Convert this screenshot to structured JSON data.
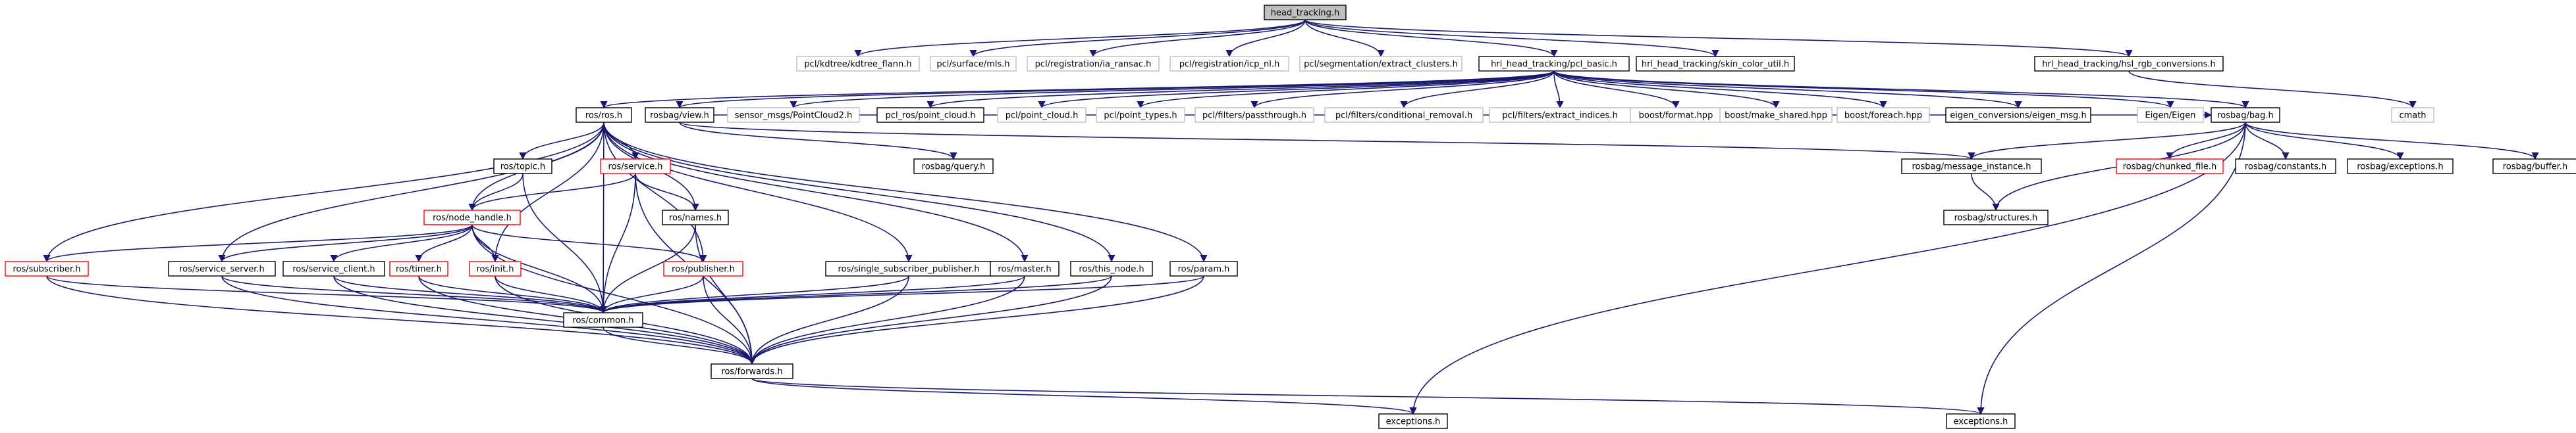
{
  "colors": {
    "root_fill": "#bfbfbf",
    "node_stroke": "#000000",
    "missing_stroke": "#bfbfbf",
    "red_stroke": "#ff0000",
    "edge": "#191970",
    "text": "#000000",
    "missing_text": "#000000"
  },
  "nodes": [
    {
      "id": "head_tracking",
      "label": "head_tracking.h",
      "style": "root"
    },
    {
      "id": "kdtree",
      "label": "pcl/kdtree/kdtree_flann.h",
      "style": "missing"
    },
    {
      "id": "mls",
      "label": "pcl/surface/mls.h",
      "style": "missing"
    },
    {
      "id": "ia_ransac",
      "label": "pcl/registration/ia_ransac.h",
      "style": "missing"
    },
    {
      "id": "icp_nl",
      "label": "pcl/registration/icp_nl.h",
      "style": "missing"
    },
    {
      "id": "extract_clusters",
      "label": "pcl/segmentation/extract_clusters.h",
      "style": "missing"
    },
    {
      "id": "pcl_basic",
      "label": "hrl_head_tracking/pcl_basic.h",
      "style": "normal"
    },
    {
      "id": "skin_color",
      "label": "hrl_head_tracking/skin_color_util.h",
      "style": "normal"
    },
    {
      "id": "hsl_rgb",
      "label": "hrl_head_tracking/hsl_rgb_conversions.h",
      "style": "normal"
    },
    {
      "id": "ros_ros",
      "label": "ros/ros.h",
      "style": "normal"
    },
    {
      "id": "rosbag_view",
      "label": "rosbag/view.h",
      "style": "normal"
    },
    {
      "id": "pointcloud2",
      "label": "sensor_msgs/PointCloud2.h",
      "style": "missing"
    },
    {
      "id": "pcl_ros_pc",
      "label": "pcl_ros/point_cloud.h",
      "style": "normal"
    },
    {
      "id": "pcl_pc",
      "label": "pcl/point_cloud.h",
      "style": "missing"
    },
    {
      "id": "pcl_pt",
      "label": "pcl/point_types.h",
      "style": "missing"
    },
    {
      "id": "passthrough",
      "label": "pcl/filters/passthrough.h",
      "style": "missing"
    },
    {
      "id": "cond_removal",
      "label": "pcl/filters/conditional_removal.h",
      "style": "missing"
    },
    {
      "id": "extract_indices",
      "label": "pcl/filters/extract_indices.h",
      "style": "missing"
    },
    {
      "id": "boost_format",
      "label": "boost/format.hpp",
      "style": "missing"
    },
    {
      "id": "make_shared",
      "label": "boost/make_shared.hpp",
      "style": "missing"
    },
    {
      "id": "boost_foreach",
      "label": "boost/foreach.hpp",
      "style": "missing"
    },
    {
      "id": "eigen_conv",
      "label": "eigen_conversions/eigen_msg.h",
      "style": "normal"
    },
    {
      "id": "eigen",
      "label": "Eigen/Eigen",
      "style": "missing"
    },
    {
      "id": "rosbag_bag",
      "label": "rosbag/bag.h",
      "style": "normal"
    },
    {
      "id": "cmath",
      "label": "cmath",
      "style": "missing"
    },
    {
      "id": "ros_topic",
      "label": "ros/topic.h",
      "style": "normal"
    },
    {
      "id": "ros_service",
      "label": "ros/service.h",
      "style": "red"
    },
    {
      "id": "rosbag_query",
      "label": "rosbag/query.h",
      "style": "normal"
    },
    {
      "id": "msg_instance",
      "label": "rosbag/message_instance.h",
      "style": "normal"
    },
    {
      "id": "chunked_file",
      "label": "rosbag/chunked_file.h",
      "style": "red"
    },
    {
      "id": "rb_constants",
      "label": "rosbag/constants.h",
      "style": "normal"
    },
    {
      "id": "rb_exceptions",
      "label": "rosbag/exceptions.h",
      "style": "normal"
    },
    {
      "id": "rb_buffer",
      "label": "rosbag/buffer.h",
      "style": "normal"
    },
    {
      "id": "node_handle",
      "label": "ros/node_handle.h",
      "style": "red"
    },
    {
      "id": "ros_names",
      "label": "ros/names.h",
      "style": "normal"
    },
    {
      "id": "rb_structures",
      "label": "rosbag/structures.h",
      "style": "normal"
    },
    {
      "id": "subscriber",
      "label": "ros/subscriber.h",
      "style": "red"
    },
    {
      "id": "service_server",
      "label": "ros/service_server.h",
      "style": "normal"
    },
    {
      "id": "service_client",
      "label": "ros/service_client.h",
      "style": "normal"
    },
    {
      "id": "ros_timer",
      "label": "ros/timer.h",
      "style": "red"
    },
    {
      "id": "ros_init",
      "label": "ros/init.h",
      "style": "red"
    },
    {
      "id": "publisher",
      "label": "ros/publisher.h",
      "style": "red"
    },
    {
      "id": "single_sub_pub",
      "label": "ros/single_subscriber_publisher.h",
      "style": "normal"
    },
    {
      "id": "ros_master",
      "label": "ros/master.h",
      "style": "normal"
    },
    {
      "id": "this_node",
      "label": "ros/this_node.h",
      "style": "normal"
    },
    {
      "id": "ros_param",
      "label": "ros/param.h",
      "style": "normal"
    },
    {
      "id": "ros_common",
      "label": "ros/common.h",
      "style": "normal"
    },
    {
      "id": "ros_forwards",
      "label": "ros/forwards.h",
      "style": "normal"
    },
    {
      "id": "exceptions_h",
      "label": "exceptions.h",
      "style": "normal"
    },
    {
      "id": "exceptions_h2",
      "label": "exceptions.h",
      "style": "normal"
    }
  ],
  "edges": [
    [
      "head_tracking",
      "kdtree"
    ],
    [
      "head_tracking",
      "mls"
    ],
    [
      "head_tracking",
      "ia_ransac"
    ],
    [
      "head_tracking",
      "icp_nl"
    ],
    [
      "head_tracking",
      "extract_clusters"
    ],
    [
      "head_tracking",
      "pcl_basic"
    ],
    [
      "head_tracking",
      "skin_color"
    ],
    [
      "head_tracking",
      "hsl_rgb"
    ],
    [
      "pcl_basic",
      "ros_ros"
    ],
    [
      "pcl_basic",
      "rosbag_view"
    ],
    [
      "pcl_basic",
      "pointcloud2"
    ],
    [
      "pcl_basic",
      "pcl_ros_pc"
    ],
    [
      "pcl_basic",
      "pcl_pc"
    ],
    [
      "pcl_basic",
      "pcl_pt"
    ],
    [
      "pcl_basic",
      "passthrough"
    ],
    [
      "pcl_basic",
      "cond_removal"
    ],
    [
      "pcl_basic",
      "extract_indices"
    ],
    [
      "pcl_basic",
      "boost_format"
    ],
    [
      "pcl_basic",
      "make_shared"
    ],
    [
      "pcl_basic",
      "boost_foreach"
    ],
    [
      "pcl_basic",
      "eigen_conv"
    ],
    [
      "pcl_basic",
      "eigen"
    ],
    [
      "pcl_basic",
      "rosbag_bag"
    ],
    [
      "hsl_rgb",
      "cmath"
    ],
    [
      "rosbag_view",
      "rosbag_bag"
    ],
    [
      "rosbag_view",
      "rosbag_query"
    ],
    [
      "rosbag_view",
      "msg_instance"
    ],
    [
      "rosbag_bag",
      "msg_instance"
    ],
    [
      "rosbag_bag",
      "chunked_file"
    ],
    [
      "rosbag_bag",
      "rb_constants"
    ],
    [
      "rosbag_bag",
      "rb_exceptions"
    ],
    [
      "rosbag_bag",
      "rb_buffer"
    ],
    [
      "rosbag_bag",
      "rb_structures"
    ],
    [
      "rosbag_bag",
      "exceptions_h"
    ],
    [
      "rosbag_bag",
      "exceptions_h2"
    ],
    [
      "msg_instance",
      "rb_structures"
    ],
    [
      "ros_ros",
      "ros_topic"
    ],
    [
      "ros_ros",
      "ros_service"
    ],
    [
      "ros_ros",
      "node_handle"
    ],
    [
      "ros_ros",
      "ros_names"
    ],
    [
      "ros_ros",
      "subscriber"
    ],
    [
      "ros_ros",
      "service_server"
    ],
    [
      "ros_ros",
      "ros_init"
    ],
    [
      "ros_ros",
      "publisher"
    ],
    [
      "ros_ros",
      "single_sub_pub"
    ],
    [
      "ros_ros",
      "ros_master"
    ],
    [
      "ros_ros",
      "this_node"
    ],
    [
      "ros_ros",
      "ros_param"
    ],
    [
      "ros_ros",
      "ros_common"
    ],
    [
      "ros_topic",
      "node_handle"
    ],
    [
      "ros_topic",
      "ros_common"
    ],
    [
      "ros_service",
      "node_handle"
    ],
    [
      "ros_service",
      "ros_names"
    ],
    [
      "ros_service",
      "ros_common"
    ],
    [
      "ros_service",
      "ros_forwards"
    ],
    [
      "node_handle",
      "subscriber"
    ],
    [
      "node_handle",
      "service_server"
    ],
    [
      "node_handle",
      "service_client"
    ],
    [
      "node_handle",
      "ros_timer"
    ],
    [
      "node_handle",
      "ros_init"
    ],
    [
      "node_handle",
      "publisher"
    ],
    [
      "node_handle",
      "ros_common"
    ],
    [
      "node_handle",
      "ros_forwards"
    ],
    [
      "ros_names",
      "ros_common"
    ],
    [
      "ros_names",
      "ros_forwards"
    ],
    [
      "subscriber",
      "ros_common"
    ],
    [
      "subscriber",
      "ros_forwards"
    ],
    [
      "service_server",
      "ros_common"
    ],
    [
      "service_server",
      "ros_forwards"
    ],
    [
      "service_client",
      "ros_common"
    ],
    [
      "service_client",
      "ros_forwards"
    ],
    [
      "ros_timer",
      "ros_common"
    ],
    [
      "ros_timer",
      "ros_forwards"
    ],
    [
      "ros_init",
      "ros_common"
    ],
    [
      "ros_init",
      "ros_forwards"
    ],
    [
      "publisher",
      "ros_common"
    ],
    [
      "publisher",
      "ros_forwards"
    ],
    [
      "single_sub_pub",
      "ros_common"
    ],
    [
      "single_sub_pub",
      "ros_forwards"
    ],
    [
      "ros_master",
      "ros_common"
    ],
    [
      "ros_master",
      "ros_forwards"
    ],
    [
      "this_node",
      "ros_common"
    ],
    [
      "this_node",
      "ros_forwards"
    ],
    [
      "ros_param",
      "ros_common"
    ],
    [
      "ros_param",
      "ros_forwards"
    ],
    [
      "ros_common",
      "ros_forwards"
    ],
    [
      "ros_forwards",
      "exceptions_h"
    ],
    [
      "ros_forwards",
      "exceptions_h2"
    ]
  ]
}
